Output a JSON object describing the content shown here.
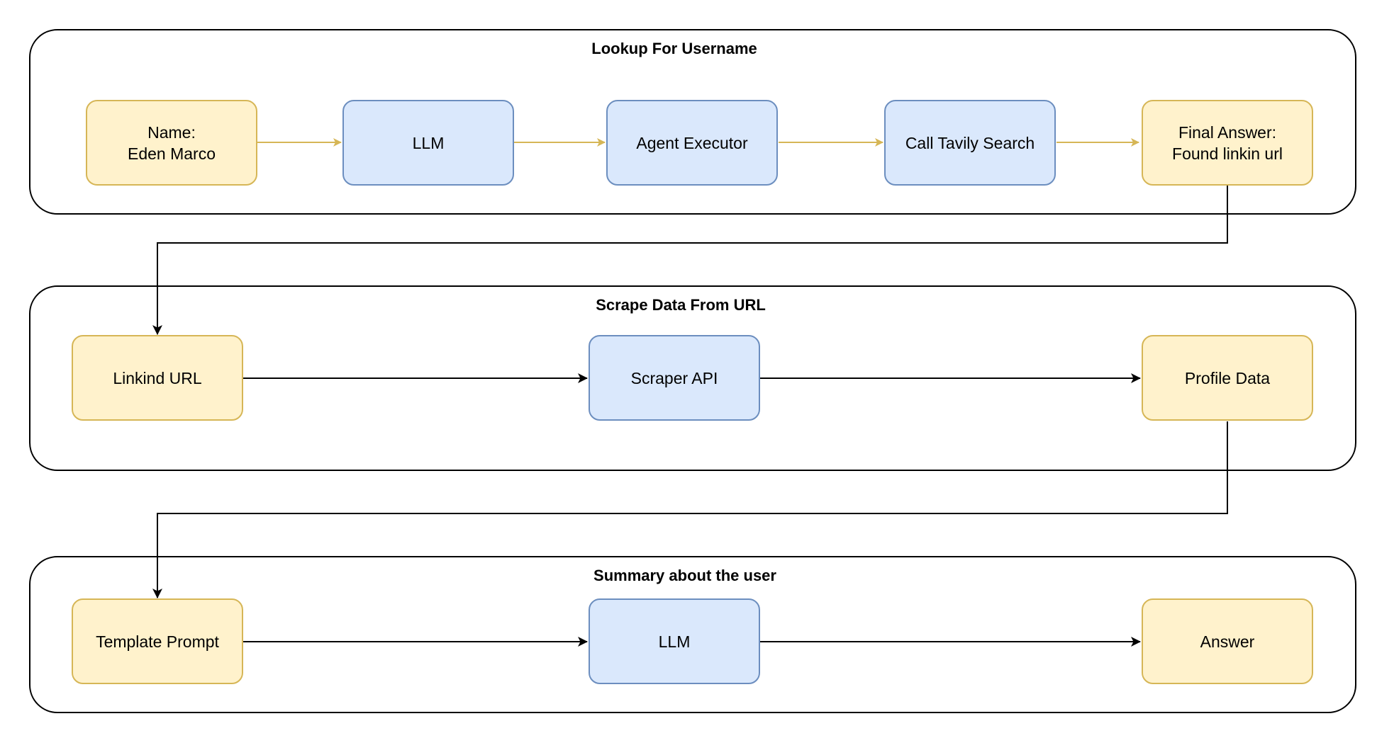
{
  "colors": {
    "input_output_fill": "#fff2cc",
    "input_output_border": "#d6b656",
    "process_fill": "#dae8fc",
    "process_border": "#6c8ebf",
    "lookup_arrow": "#d6b656",
    "flow_arrow": "#000000"
  },
  "groups": {
    "lookup": {
      "title": "Lookup For Username",
      "nodes": {
        "name_input": {
          "line1": "Name:",
          "line2": "Eden Marco"
        },
        "llm": {
          "label": "LLM"
        },
        "agent_executor": {
          "label": "Agent Executor"
        },
        "tavily_search": {
          "label": "Call Tavily Search"
        },
        "final_answer": {
          "line1": "Final Answer:",
          "line2": "Found linkin url"
        }
      }
    },
    "scrape": {
      "title": "Scrape Data From URL",
      "nodes": {
        "linkedin_url": {
          "label": "Linkind URL"
        },
        "scraper_api": {
          "label": "Scraper API"
        },
        "profile_data": {
          "label": "Profile Data"
        }
      }
    },
    "summary": {
      "title": "Summary about the user",
      "nodes": {
        "template_prompt": {
          "label": "Template Prompt"
        },
        "llm": {
          "label": "LLM"
        },
        "answer": {
          "label": "Answer"
        }
      }
    }
  }
}
